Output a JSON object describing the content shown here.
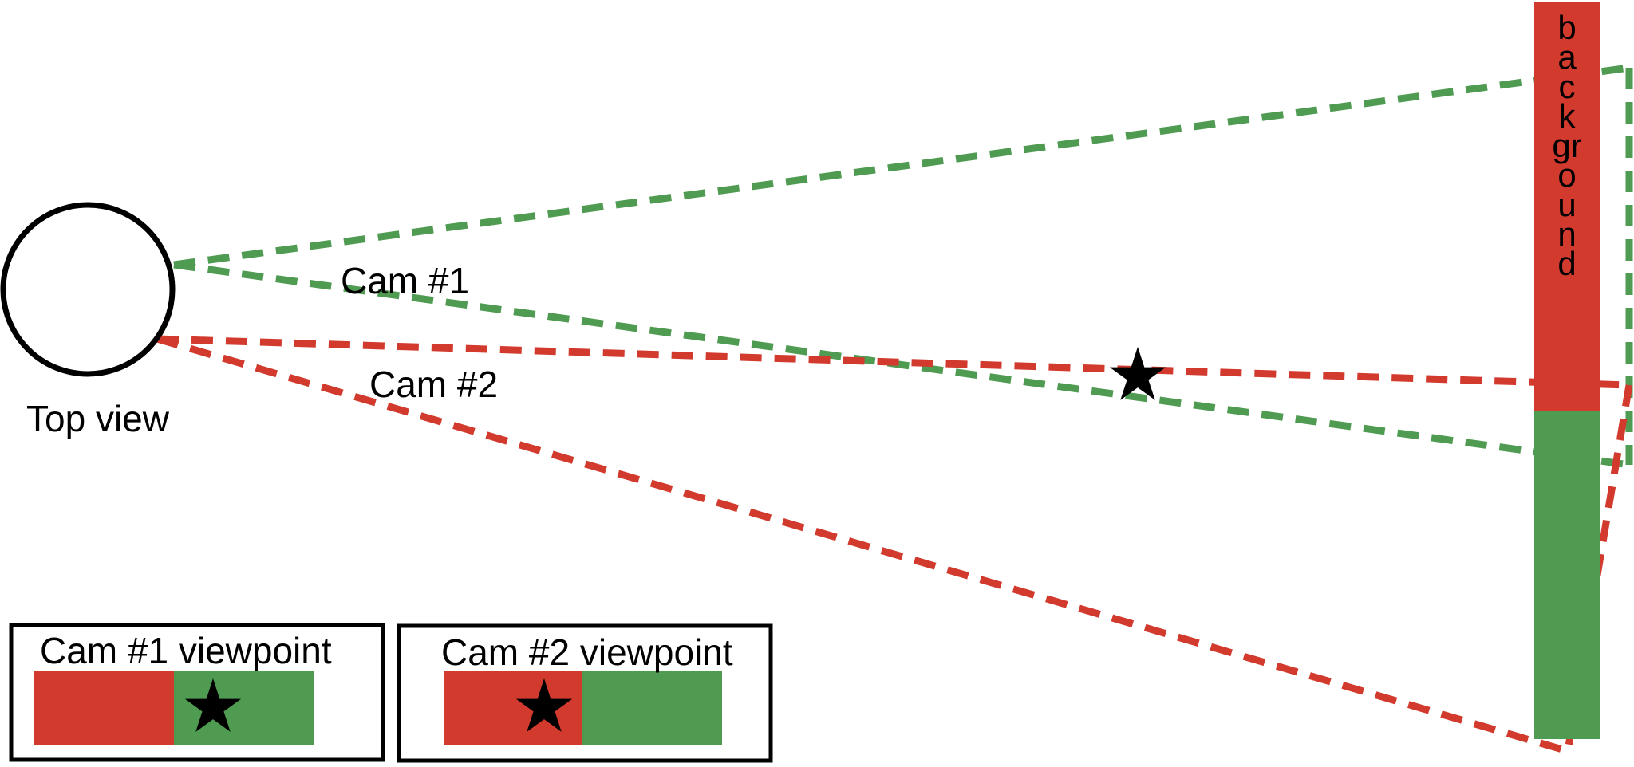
{
  "colors": {
    "red": "#d23a2e",
    "green": "#4f9b52",
    "black": "#000000",
    "white": "#ffffff"
  },
  "labels": {
    "top_view": "Top view",
    "cam1": "Cam #1",
    "cam2": "Cam #2",
    "background": "background"
  },
  "background_bar": {
    "top_segment_color": "red",
    "bottom_segment_color": "green"
  },
  "viewpoints": [
    {
      "title": "Cam #1 viewpoint",
      "left_half": "red",
      "right_half": "green",
      "star_on": "green half"
    },
    {
      "title": "Cam #2 viewpoint",
      "left_half": "red",
      "right_half": "green",
      "star_on": "red half"
    }
  ]
}
